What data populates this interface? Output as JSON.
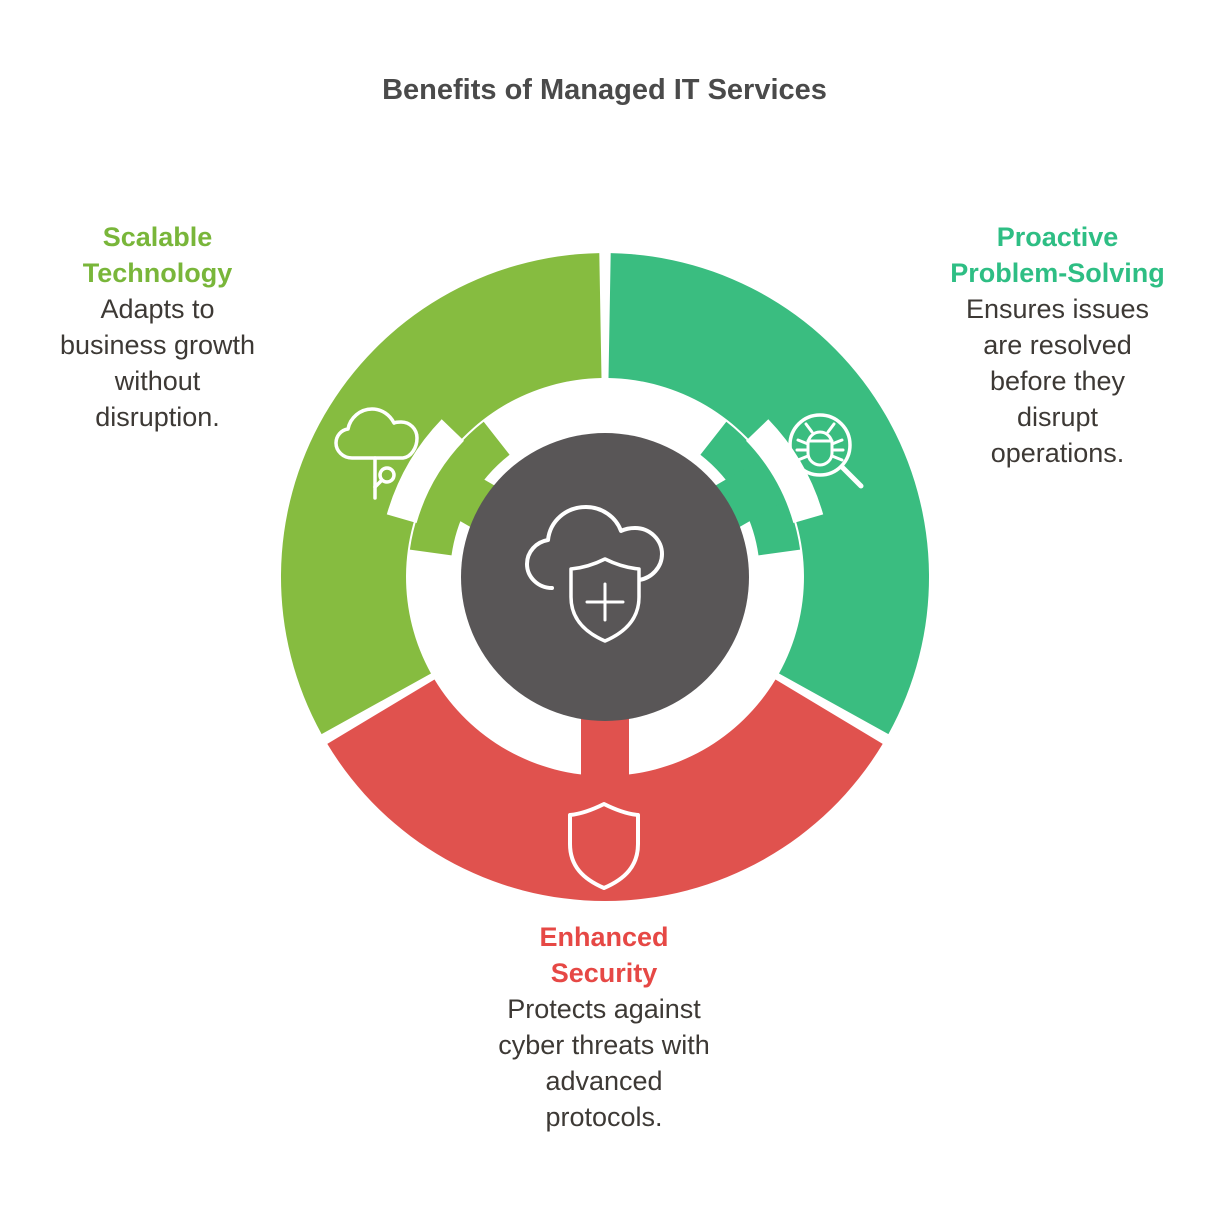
{
  "title": "Benefits of Managed IT Services",
  "colors": {
    "scalable_green": "#86BC40",
    "proactive_teal": "#3ABD80",
    "security_red": "#E0524E",
    "center_gray": "#595657",
    "title_gray": "#4A4A4A",
    "body_text": "#3D3935",
    "scalable_heading": "#79B63A",
    "proactive_heading": "#2EBE84",
    "security_heading": "#E64845",
    "icon_stroke": "#FFFFFF"
  },
  "items": [
    {
      "id": "scalable-technology",
      "heading": "Scalable\nTechnology",
      "description": "Adapts to\nbusiness growth\nwithout\ndisruption.",
      "icon": "cloud-network-icon"
    },
    {
      "id": "proactive-problem-solving",
      "heading": "Proactive\nProblem-Solving",
      "description": "Ensures issues\nare resolved\nbefore they\ndisrupt\noperations.",
      "icon": "bug-magnifier-icon"
    },
    {
      "id": "enhanced-security",
      "heading": "Enhanced\nSecurity",
      "description": "Protects against\ncyber threats with\nadvanced\nprotocols.",
      "icon": "shield-icon"
    }
  ],
  "center": {
    "icon": "cloud-shield-plus-icon"
  }
}
